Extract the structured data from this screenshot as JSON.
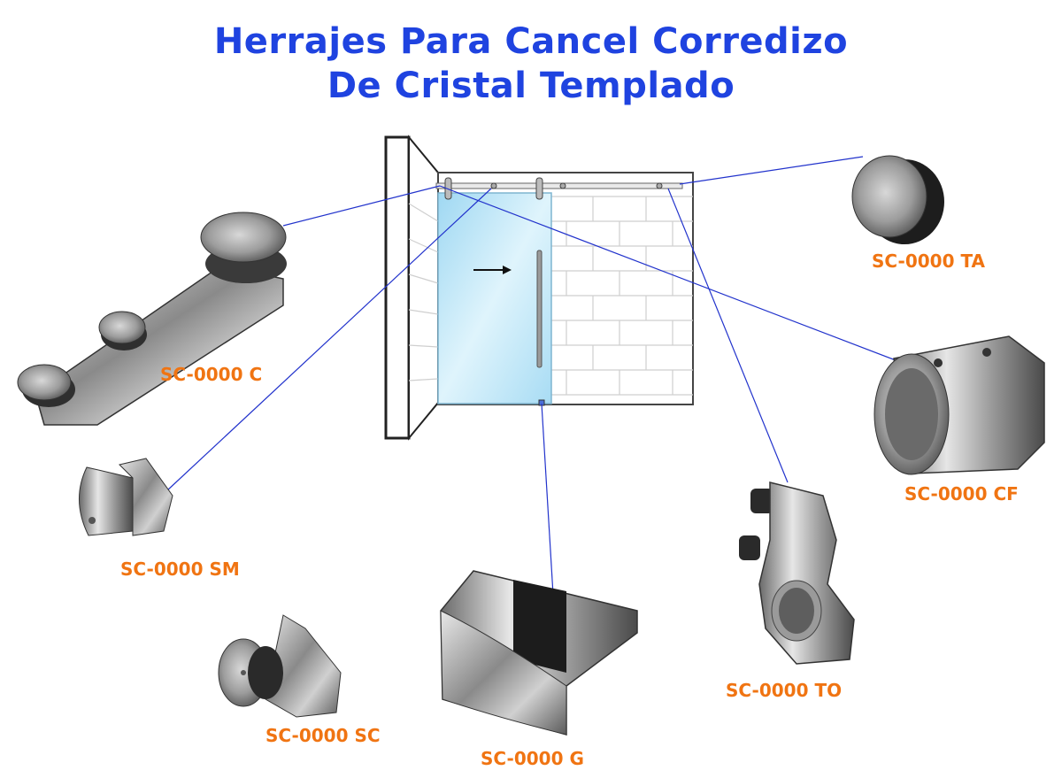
{
  "title": {
    "line1": "Herrajes Para Cancel Corredizo",
    "line2": "De Cristal Templado"
  },
  "parts": {
    "c": "SC-0000 C",
    "sm": "SC-0000 SM",
    "sc": "SC-0000 SC",
    "g": "SC-0000 G",
    "to": "SC-0000 TO",
    "cf": "SC-0000 CF",
    "ta": "SC-0000 TA"
  },
  "colors": {
    "title": "#1f43e0",
    "label": "#f07412",
    "leader_line": "#2233cc",
    "glass": "#bfe6f7"
  }
}
